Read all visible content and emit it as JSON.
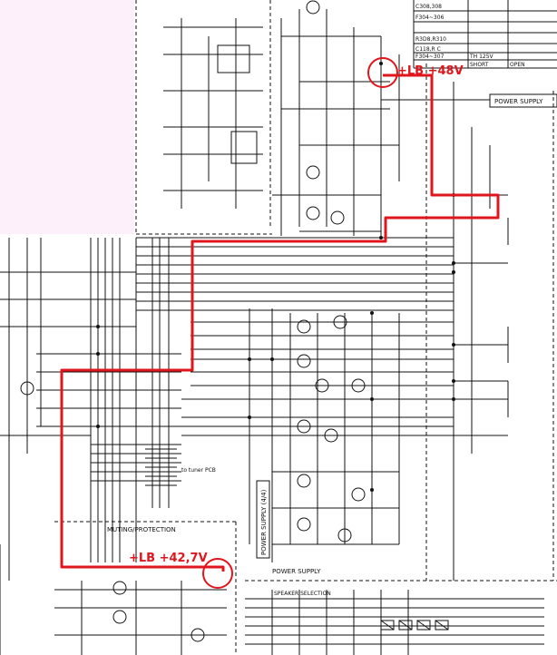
{
  "colors": {
    "page_margin": "#fdf0fa",
    "paper": "#ffffff",
    "ink": "#111111",
    "annotation_red": "#e0161d"
  },
  "annotations": {
    "top_voltage": "+LB +48V",
    "bottom_voltage": "+LB +42,7V"
  },
  "labels": {
    "power_supply_box": "POWER SUPPLY",
    "power_supply_vertical": "POWER SUPPLY (4/4)",
    "muting_protection": "MUTING/PROTECTION",
    "power_supply_bottom": "POWER SUPPLY",
    "speaker_selection": "SPEAKER SELECTION",
    "to_tuner_pcb": "to tuner PCB"
  },
  "table": {
    "rows": [
      [
        "C308,308",
        ""
      ],
      [
        "F304~306",
        ""
      ],
      [
        "",
        ""
      ],
      [
        "R3D8,R310",
        ""
      ],
      [
        "C118,R C",
        ""
      ],
      [
        "F304~307",
        "TH 125V"
      ]
    ],
    "bottom_row": [
      "",
      "SHORT",
      "OPEN",
      ""
    ]
  }
}
